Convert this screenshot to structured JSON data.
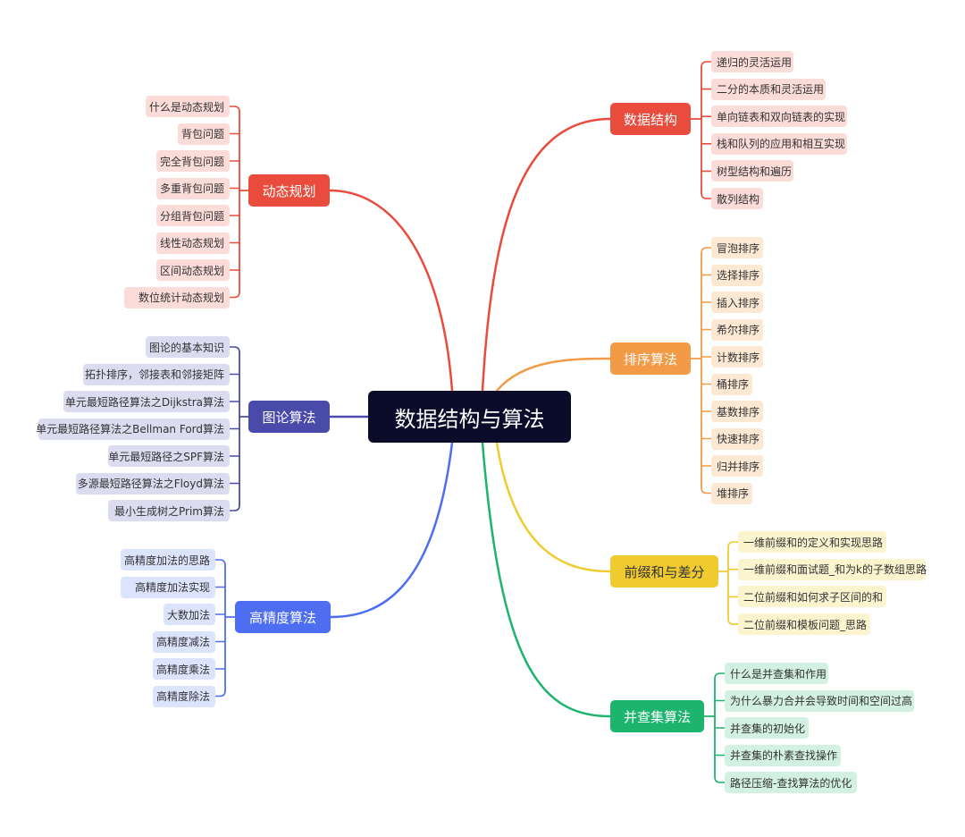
{
  "root": {
    "label": "数据结构与算法",
    "color": "#0b0b2a"
  },
  "branches": [
    {
      "id": "ds",
      "label": "数据结构",
      "color": "#e94b3c",
      "leafBg": "#fbdcd9",
      "leaves": [
        "递归的灵活运用",
        "二分的本质和灵活运用",
        "单向链表和双向链表的实现",
        "栈和队列的应用和相互实现",
        "树型结构和遍历",
        "散列结构"
      ]
    },
    {
      "id": "sort",
      "label": "排序算法",
      "color": "#f29a45",
      "leafBg": "#fde8d4",
      "leaves": [
        "冒泡排序",
        "选择排序",
        "插入排序",
        "希尔排序",
        "计数排序",
        "桶排序",
        "基数排序",
        "快速排序",
        "归并排序",
        "堆排序"
      ]
    },
    {
      "id": "prefix",
      "label": "前缀和与差分",
      "color": "#efcb2f",
      "leafBg": "#fcf3cf",
      "textColor": "#333333",
      "leaves": [
        "一维前缀和的定义和实现思路",
        "一维前缀和面试题_和为k的子数组思路",
        "二位前缀和如何求子区间的和",
        "二位前缀和模板问题_思路"
      ]
    },
    {
      "id": "uf",
      "label": "并查集算法",
      "color": "#1db46e",
      "leafBg": "#d3f1e2",
      "leaves": [
        "什么是并查集和作用",
        "为什么暴力合并会导致时间和空间过高",
        "并查集的初始化",
        "并查集的朴素查找操作",
        "路径压缩-查找算法的优化"
      ]
    },
    {
      "id": "dp",
      "label": "动态规划",
      "color": "#e94b3c",
      "leafBg": "#fbdcd9",
      "leaves": [
        "什么是动态规划",
        "背包问题",
        "完全背包问题",
        "多重背包问题",
        "分组背包问题",
        "线性动态规划",
        "区间动态规划",
        "数位统计动态规划"
      ]
    },
    {
      "id": "graph",
      "label": "图论算法",
      "color": "#4a4aab",
      "leafBg": "#dcdcf1",
      "leaves": [
        "图论的基本知识",
        "拓扑排序，邻接表和邻接矩阵",
        "单元最短路径算法之Dijkstra算法",
        "单元最短路径算法之Bellman Ford算法",
        "单元最短路径之SPF算法",
        "多源最短路径算法之Floyd算法",
        "最小生成树之Prim算法"
      ]
    },
    {
      "id": "hp",
      "label": "高精度算法",
      "color": "#4e6ef2",
      "leafBg": "#dce3fc",
      "leaves": [
        "高精度加法的思路",
        "高精度加法实现",
        "大数加法",
        "高精度减法",
        "高精度乘法",
        "高精度除法"
      ]
    }
  ]
}
